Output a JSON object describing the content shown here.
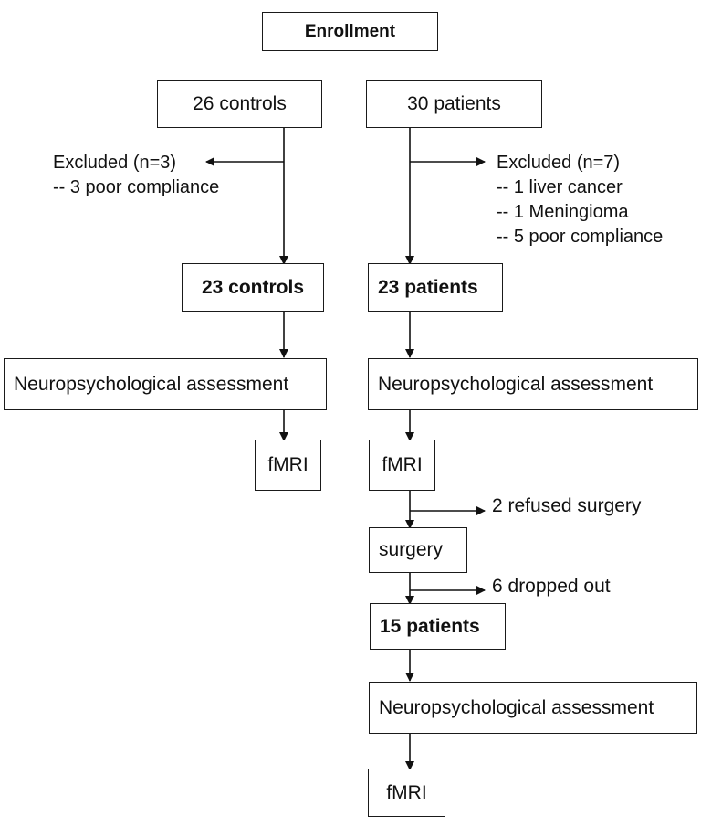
{
  "enrollment": "Enrollment",
  "controls": {
    "start": "26 controls",
    "excluded": [
      "Excluded (n=3)",
      "-- 3 poor compliance"
    ],
    "final": "23 controls",
    "assessment": "Neuropsychological assessment",
    "fmri": "fMRI"
  },
  "patients": {
    "start": "30 patients",
    "excluded": [
      "Excluded (n=7)",
      "-- 1 liver cancer",
      "-- 1 Meningioma",
      "-- 5 poor compliance"
    ],
    "final": "23 patients",
    "assessment": "Neuropsychological assessment",
    "fmri": "fMRI",
    "refused": "2 refused surgery",
    "surgery": "surgery",
    "dropped": "6 dropped out",
    "followup": "15 patients",
    "followup_assessment": "Neuropsychological assessment",
    "followup_fmri": "fMRI"
  }
}
